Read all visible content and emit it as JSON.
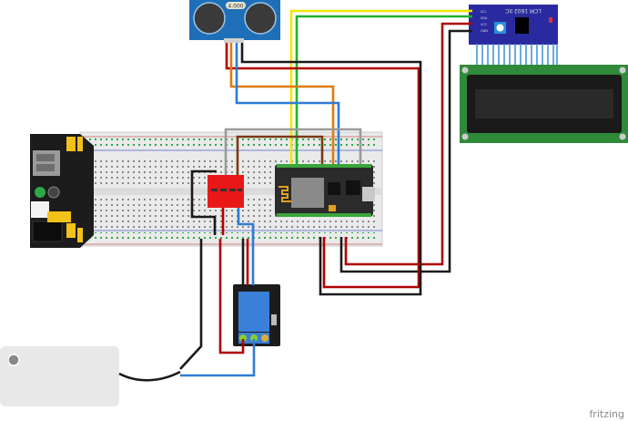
{
  "diagram": {
    "sensor": {
      "label": "4.000"
    },
    "i2c_module": {
      "label": "LCM 1602 IIC",
      "pins": [
        "SCL",
        "SDA",
        "VCC",
        "GND"
      ]
    },
    "watermark": "fritzing",
    "colors": {
      "wire_red": "#b00000",
      "wire_black": "#1a1a1a",
      "wire_blue": "#2f7bd6",
      "wire_yellow": "#f2e600",
      "wire_green": "#1fb32a",
      "wire_orange": "#e07a10",
      "wire_brown": "#7a3a10",
      "wire_gray": "#9a9a9a",
      "sensor_blue": "#1e6fb8",
      "lcd_green": "#2f8a3a",
      "i2c_board": "#2a2aa0",
      "nodemcu": "#2b2b2b",
      "relay_blue": "#3a7fd8",
      "level_shifter": "#e81818"
    }
  }
}
